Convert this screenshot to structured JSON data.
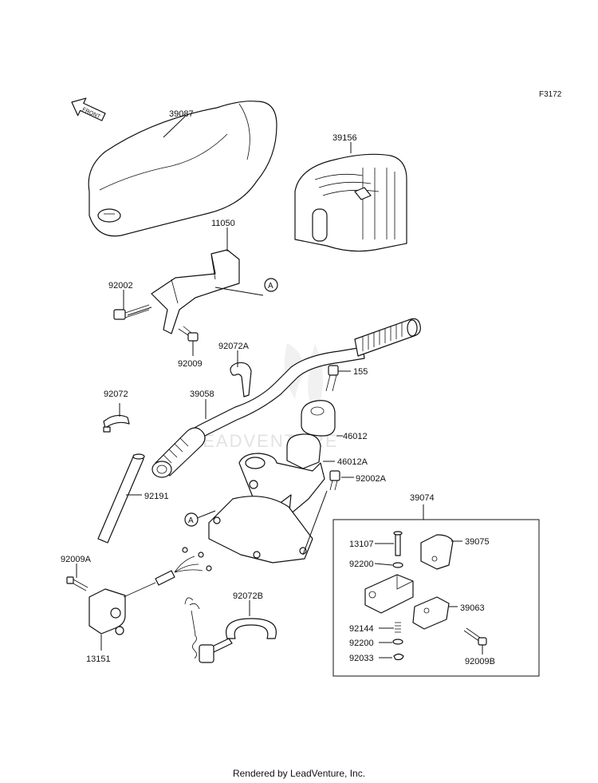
{
  "figure_code": "F3172",
  "front_arrow_label": "FRONT",
  "ref_marker": "A",
  "footer": "Rendered by LeadVenture, Inc.",
  "watermark": "LEADVENTURE",
  "parts": {
    "p39087": "39087",
    "p39156": "39156",
    "p11050": "11050",
    "p92002": "92002",
    "p92009": "92009",
    "p92072A": "92072A",
    "p155": "155",
    "p92072": "92072",
    "p39058": "39058",
    "p46012": "46012",
    "p46012A": "46012A",
    "p92002A": "92002A",
    "p92191": "92191",
    "p39074": "39074",
    "p13107": "13107",
    "p39075": "39075",
    "p92200a": "92200",
    "p92009A": "92009A",
    "p92072B": "92072B",
    "p39063": "39063",
    "p92144": "92144",
    "p92200b": "92200",
    "p92033": "92033",
    "p92009B": "92009B",
    "p13151": "13151"
  }
}
